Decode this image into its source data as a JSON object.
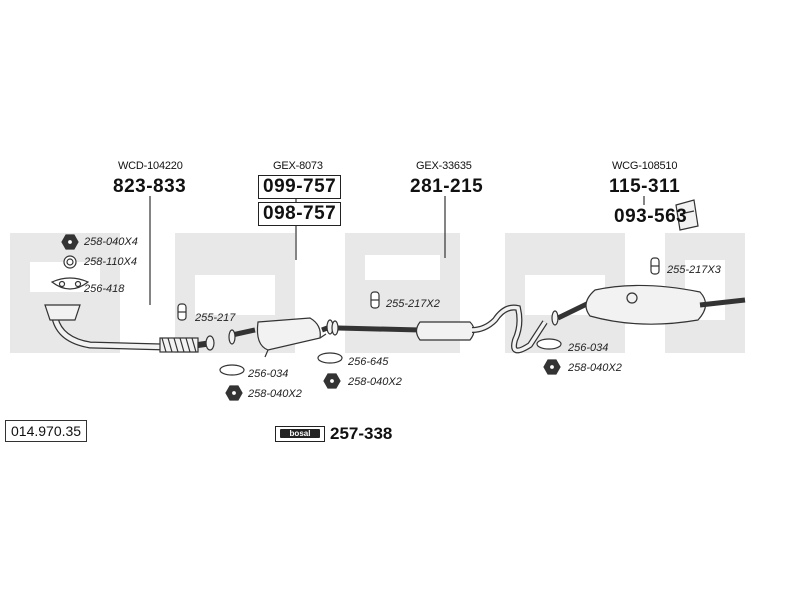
{
  "reference": "014.970.35",
  "brand": {
    "logo_text": "bosal",
    "part_number": "257-338"
  },
  "sections": [
    {
      "header": "WCD-104220",
      "numbers": [
        "823-833"
      ]
    },
    {
      "header": "GEX-8073",
      "numbers": [
        "099-757",
        "098-757"
      ]
    },
    {
      "header": "GEX-33635",
      "numbers": [
        "281-215"
      ]
    },
    {
      "header": "WCG-108510",
      "numbers": [
        "115-311",
        "093-563"
      ]
    }
  ],
  "parts": [
    "258-040X4",
    "258-110X4",
    "256-418",
    "255-217",
    "256-034",
    "258-040X2",
    "256-645",
    "258-040X2",
    "255-217X2",
    "256-034",
    "258-040X2",
    "255-217X3"
  ],
  "colors": {
    "watermark": "#e8e8e8",
    "lines": "#333333",
    "part_fill": "#f2f2f2"
  }
}
